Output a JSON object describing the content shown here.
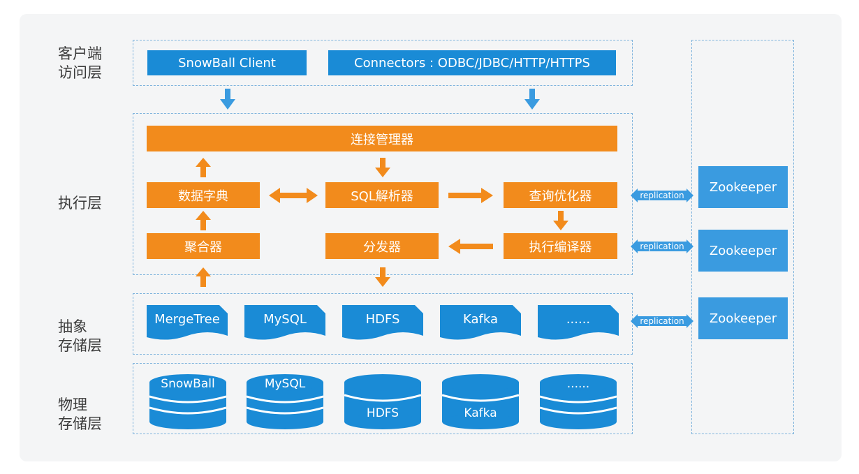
{
  "layers": {
    "client": "客户端\n访问层",
    "execution": "执行层",
    "abstract_storage": "抽象\n存储层",
    "physical_storage": "物理\n存储层"
  },
  "client": {
    "snowball_client": "SnowBall Client",
    "connectors": "Connectors : ODBC/JDBC/HTTP/HTTPS"
  },
  "execution": {
    "connection_manager": "连接管理器",
    "data_dictionary": "数据字典",
    "sql_parser": "SQL解析器",
    "query_optimizer": "查询优化器",
    "aggregator": "聚合器",
    "dispatcher": "分发器",
    "exec_compiler": "执行编译器"
  },
  "abstract_storage": [
    "MergeTree",
    "MySQL",
    "HDFS",
    "Kafka",
    "......"
  ],
  "physical_storage": [
    "SnowBall",
    "MySQL",
    "HDFS",
    "Kafka",
    "......"
  ],
  "zookeeper": [
    "Zookeeper",
    "Zookeeper",
    "Zookeeper"
  ],
  "replication": [
    "replication",
    "replication",
    "replication"
  ],
  "colors": {
    "blue": "#1a8bd6",
    "orange": "#f28b1c",
    "zookeeper": "#3a9be0",
    "arrow_blue": "#3a9be0",
    "dash": "#7fb4dd"
  }
}
